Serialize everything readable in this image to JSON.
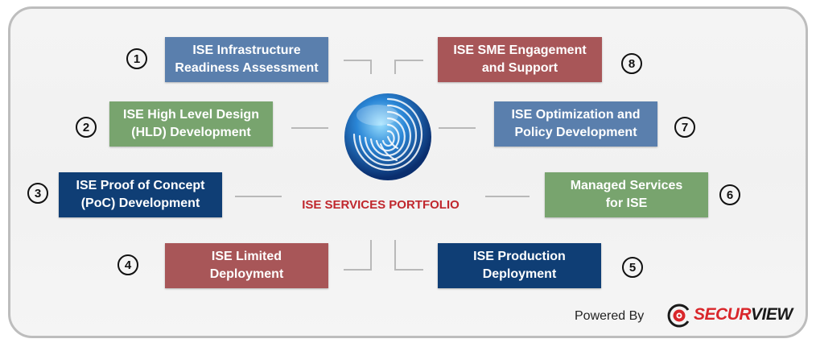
{
  "title": "ISE SERVICES PORTFOLIO",
  "services": {
    "s1": {
      "num": "1",
      "label": "ISE Infrastructure\nReadiness Assessment"
    },
    "s2": {
      "num": "2",
      "label": "ISE High Level Design\n(HLD) Development"
    },
    "s3": {
      "num": "3",
      "label": "ISE Proof of Concept\n(PoC) Development"
    },
    "s4": {
      "num": "4",
      "label": "ISE Limited\nDeployment"
    },
    "s5": {
      "num": "5",
      "label": "ISE Production\nDeployment"
    },
    "s6": {
      "num": "6",
      "label": "Managed Services\nfor ISE"
    },
    "s7": {
      "num": "7",
      "label": "ISE Optimization and\nPolicy Development"
    },
    "s8": {
      "num": "8",
      "label": "ISE SME Engagement\nand Support"
    }
  },
  "footer": {
    "powered_by": "Powered By",
    "brand_part1": "SECUR",
    "brand_part2": "VIEW"
  },
  "icons": {
    "center": "fingerprint-icon",
    "brand": "target-icon"
  },
  "colors": {
    "slate": "#5a7fad",
    "red": "#a85658",
    "green": "#78a46e",
    "navy": "#0f3e75",
    "title_red": "#c0272d"
  }
}
